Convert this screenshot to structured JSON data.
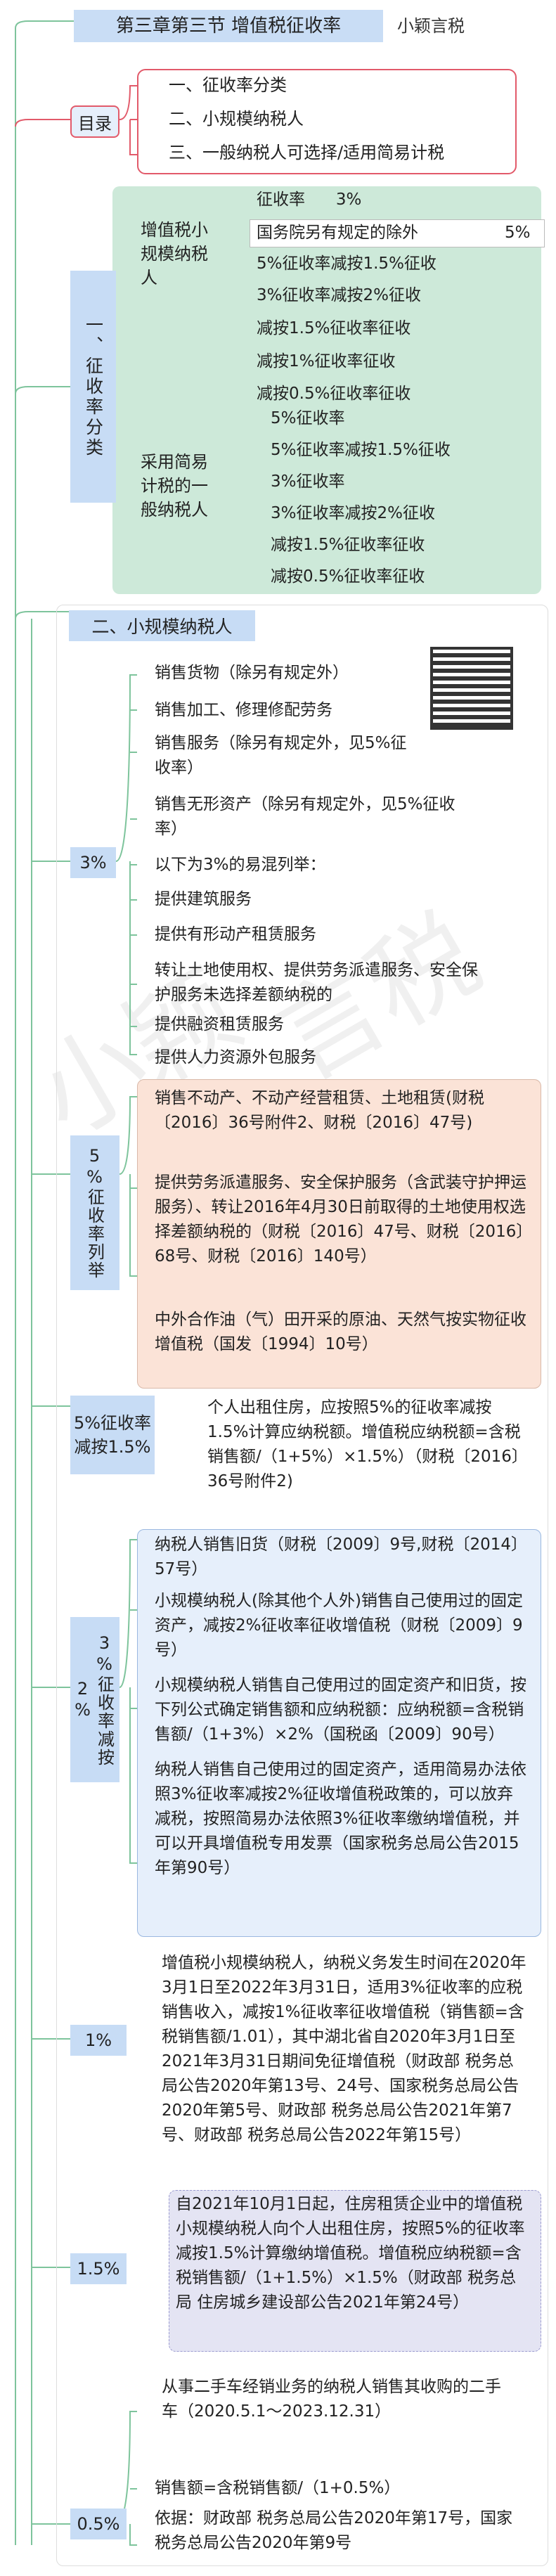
{
  "header": {
    "title": "第三章第三节  增值税征收率",
    "author": "小颖言税"
  },
  "toc": {
    "label": "目录",
    "items": [
      "一、征收率分类",
      "二、小规模纳税人",
      "三、一般纳税人可选择/适用简易计税"
    ]
  },
  "section1": {
    "label": "一、征收率分类",
    "small_taxpayer": {
      "label": "增值税小规模纳税人",
      "items": [
        "征收率      3%",
        "国务院另有规定的除外",
        "5%征收率减按1.5%征收",
        "3%征收率减按2%征收",
        "减按1.5%征收率征收",
        "减按1%征收率征收",
        "减按0.5%征收率征收"
      ],
      "rate_extra": "5%"
    },
    "simple_method": {
      "label": "采用简易计税的一般纳税人",
      "items": [
        "5%征收率",
        "5%征收率减按1.5%征收",
        "3%征收率",
        "3%征收率减按2%征收",
        "减按1.5%征收率征收",
        "减按0.5%征收率征收"
      ]
    }
  },
  "section2": {
    "label": "二、小规模纳税人",
    "rate3": {
      "label": "3%",
      "items": [
        "销售货物（除另有规定外）",
        "销售加工、修理修配劳务",
        "销售服务（除另有规定外，见5%征收率）",
        "销售无形资产（除另有规定外，见5%征收率）",
        "以下为3%的易混列举：",
        "提供建筑服务",
        "提供有形动产租赁服务",
        "转让土地使用权、提供劳务派遣服务、安全保护服务未选择差额纳税的",
        "提供融资租赁服务",
        "提供人力资源外包服务"
      ]
    },
    "rate5": {
      "label": "5%征收率列举",
      "items": [
        "销售不动产、不动产经营租赁、土地租赁(财税〔2016〕36号附件2、财税〔2016〕47号)",
        "提供劳务派遣服务、安全保护服务（含武装守护押运服务）、转让2016年4月30日前取得的土地使用权选择差额纳税的（财税〔2016〕47号、财税〔2016〕68号、财税〔2016〕140号）",
        "中外合作油（气）田开采的原油、天然气按实物征收增值税（国发〔1994〕10号）"
      ]
    },
    "rate5to15": {
      "label": "5%征收率减按1.5%",
      "text": "个人出租住房，应按照5%的征收率减按1.5%计算应纳税额。增值税应纳税额=含税销售额/（1+5%）×1.5%）（财税〔2016〕36号附件2)"
    },
    "rate3to2": {
      "label": "3%征收率减按2%",
      "items": [
        "纳税人销售旧货（财税〔2009〕9号,财税〔2014〕57号）",
        "小规模纳税人(除其他个人外)销售自己使用过的固定资产，减按2%征收率征收增值税（财税〔2009〕9号）",
        "小规模纳税人销售自己使用过的固定资产和旧货，按下列公式确定销售额和应纳税额：应纳税额=含税销售额/（1+3%）×2%（国税函〔2009〕90号）",
        "纳税人销售自己使用过的固定资产，适用简易办法依照3%征收率减按2%征收增值税政策的，可以放弃减税，按照简易办法依照3%征收率缴纳增值税，并可以开具增值税专用发票（国家税务总局公告2015年第90号）"
      ]
    },
    "rate1": {
      "label": "1%",
      "text": "增值税小规模纳税人，纳税义务发生时间在2020年3月1日至2022年3月31日，适用3%征收率的应税销售收入，减按1%征收率征收增值税（销售额=含税销售额/1.01），其中湖北省自2020年3月1日至2021年3月31日期间免征增值税（财政部 税务总局公告2020年第13号、24号、国家税务总局公告2020年第5号、财政部 税务总局公告2021年第7号、财政部 税务总局公告2022年第15号）"
    },
    "rate15": {
      "label": "1.5%",
      "text": "自2021年10月1日起，住房租赁企业中的增值税小规模纳税人向个人出租住房，按照5%的征收率减按1.5%计算缴纳增值税。增值税应纳税额=含税销售额/（1+1.5%）×1.5%（财政部 税务总局 住房城乡建设部公告2021年第24号）"
    },
    "rate05": {
      "label": "0.5%",
      "intro": "从事二手车经销业务的纳税人销售其收购的二手车（2020.5.1～2023.12.31）",
      "items": [
        "销售额=含税销售额/（1+0.5%）",
        "依据：财政部 税务总局公告2020年第17号，国家税务总局公告2020年第9号"
      ]
    }
  },
  "colors": {
    "blue": "#c7dcf5",
    "green": "#cde9d9",
    "salmon": "#fbe3d7",
    "lavender": "#e4e4f3",
    "line": "#7ec49c",
    "accent": "#e25a6a"
  },
  "icons": [
    "qr-code-icon"
  ]
}
